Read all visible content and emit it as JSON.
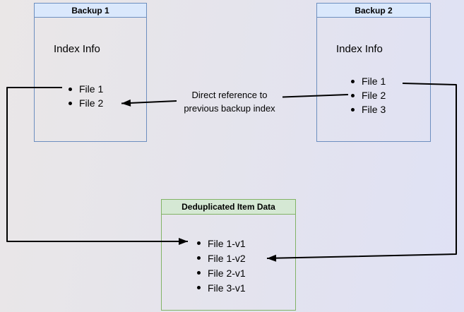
{
  "diagram": {
    "colors": {
      "background_left": "#eae7e7",
      "background_right": "#dfe1f5",
      "blue_header_fill": "#dae8fc",
      "blue_border": "#6c8ebf",
      "green_header_fill": "#d5e8d4",
      "green_border": "#82b366",
      "arrow": "#000000",
      "text": "#000000"
    },
    "boxes": [
      {
        "title": "Backup 1",
        "subtitle": "Index Info",
        "items": [
          "File 1",
          "File 2"
        ]
      },
      {
        "title": "Backup 2",
        "subtitle": "Index Info",
        "items": [
          "File 1",
          "File 2",
          "File 3"
        ]
      },
      {
        "title": "Deduplicated Item Data",
        "items": [
          "File 1-v1",
          "File 1-v2",
          "File 2-v1",
          "File 3-v1"
        ]
      }
    ],
    "edge_label": {
      "line1": "Direct reference to",
      "line2": "previous backup index"
    },
    "edges": [
      {
        "name": "backup1-file1-to-dedup-file1v1"
      },
      {
        "name": "backup2-file1-to-dedup-file1v2"
      },
      {
        "name": "backup2-file2-to-backup1-index"
      }
    ]
  }
}
